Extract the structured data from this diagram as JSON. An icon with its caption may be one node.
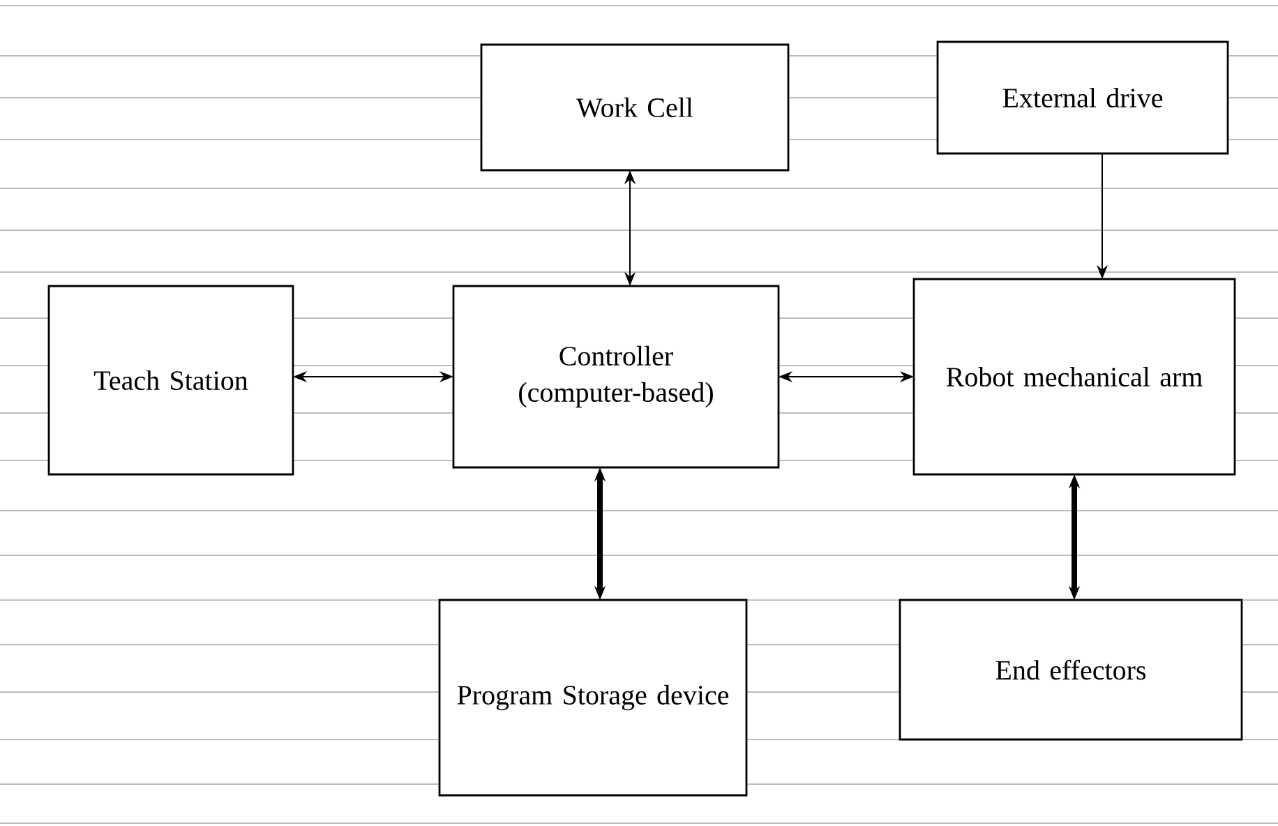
{
  "diagram": {
    "nodes": [
      {
        "text": [
          "Work Cell"
        ]
      },
      {
        "text": [
          "External drive"
        ]
      },
      {
        "text": [
          "Teach Station"
        ]
      },
      {
        "text": [
          "Controller (computer-based)"
        ]
      },
      {
        "text": [
          "Robot mechanical arm"
        ]
      },
      {
        "text": [
          "Program Storage device"
        ]
      },
      {
        "text": [
          "End effectors"
        ]
      }
    ],
    "edges": [
      {
        "from": 0,
        "to": 3,
        "arrow": "both"
      },
      {
        "from": 1,
        "to": 4,
        "arrow": "to"
      },
      {
        "from": 2,
        "to": 3,
        "arrow": "both"
      },
      {
        "from": 3,
        "to": 4,
        "arrow": "both"
      },
      {
        "from": 3,
        "to": 5,
        "arrow": "both",
        "style": "thick"
      },
      {
        "from": 4,
        "to": 6,
        "arrow": "both",
        "style": "thick"
      }
    ]
  }
}
